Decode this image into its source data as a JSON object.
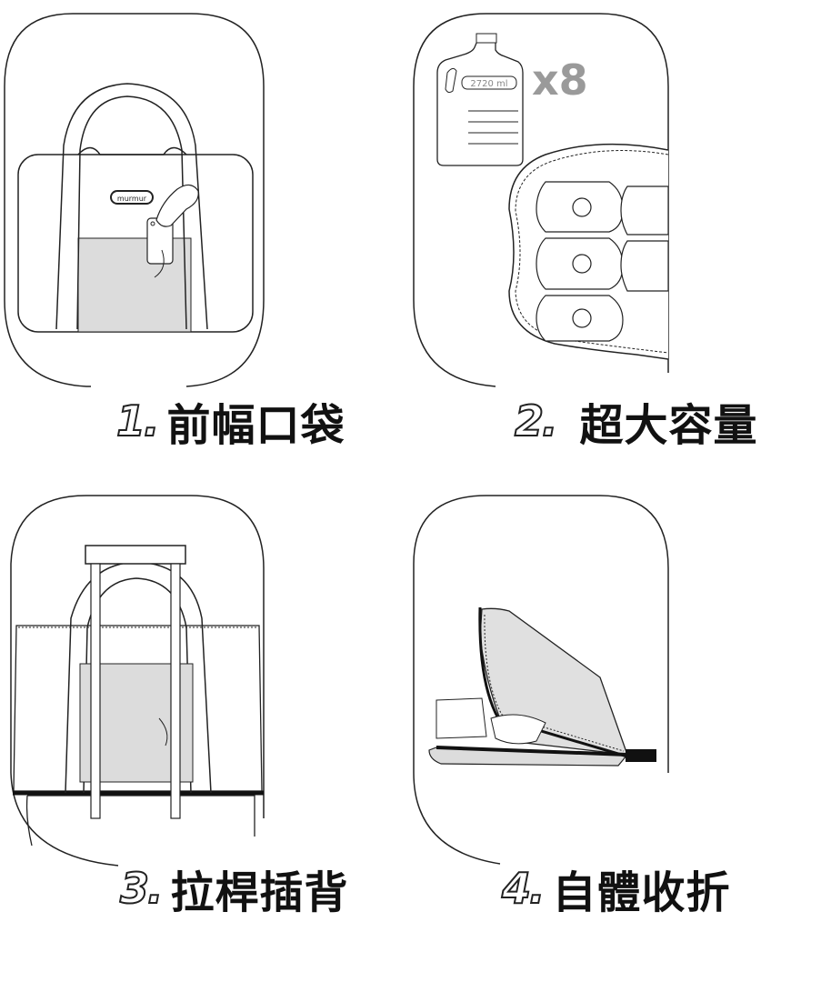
{
  "steps": [
    {
      "num": "1.",
      "label": "前幅口袋"
    },
    {
      "num": "2.",
      "label": "超大容量"
    },
    {
      "num": "3.",
      "label": "拉桿插背"
    },
    {
      "num": "4.",
      "label": "自體收折"
    }
  ],
  "illustration": {
    "brand_tag": "murmur",
    "bottle_volume": "2720 ml",
    "bottle_multiplier": "x8"
  },
  "colors": {
    "line": "#222222",
    "fill_gray": "#dcdcdc",
    "multiplier_gray": "#9a9a9a"
  }
}
